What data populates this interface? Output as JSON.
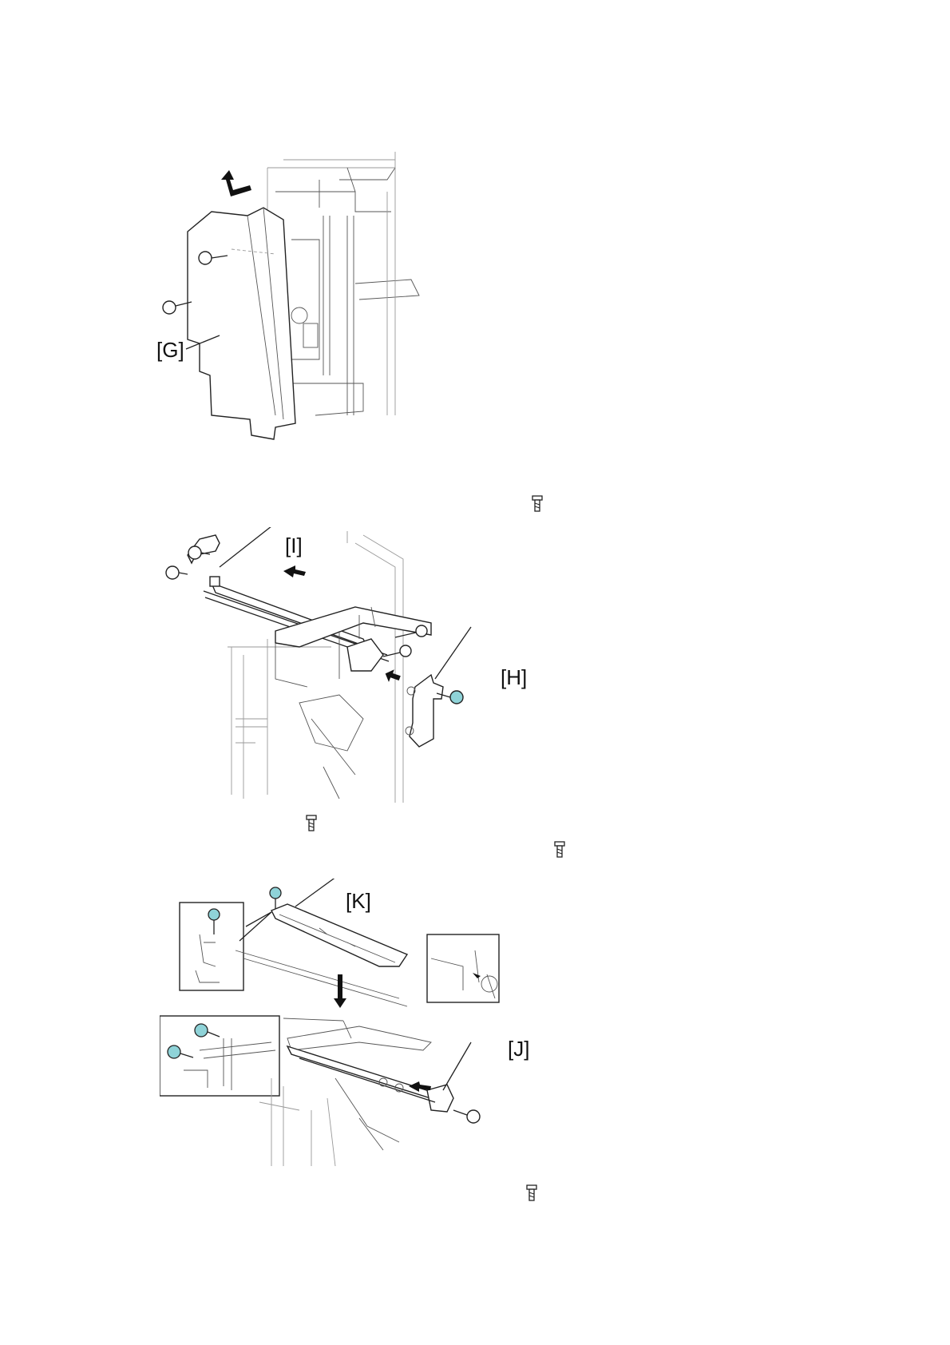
{
  "figures": [
    {
      "id": "fig-g",
      "callouts": [
        "[G]"
      ]
    },
    {
      "id": "fig-hi",
      "callouts": [
        "[I]",
        "[H]"
      ]
    },
    {
      "id": "fig-jk",
      "callouts": [
        "[K]",
        "[J]"
      ]
    }
  ],
  "icons": {
    "screw": "screw-icon"
  },
  "colors": {
    "screw_highlight": "#8fd3d8",
    "line": "#222222"
  }
}
